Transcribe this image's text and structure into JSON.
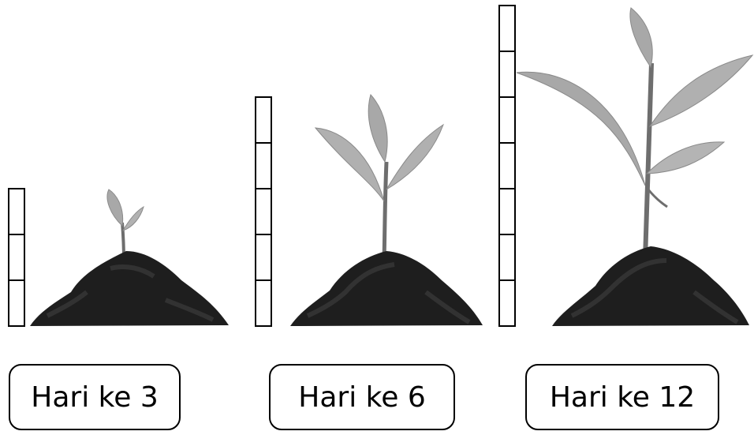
{
  "labels": [
    "Hari ke 3",
    "Hari ke 6",
    "Hari ke 12"
  ],
  "growth_units": [
    3,
    5,
    7
  ],
  "colors": {
    "stem": "#6e6e6e",
    "leaf": "#a8a8a8",
    "leaf_vein": "#7d7d7d",
    "soil": "#1e1e1e",
    "soil_highlight": "#3a3a3a",
    "ruler": "#000000"
  },
  "icons": [
    "seedling-icon",
    "soil-mound-icon",
    "height-ruler-icon"
  ]
}
